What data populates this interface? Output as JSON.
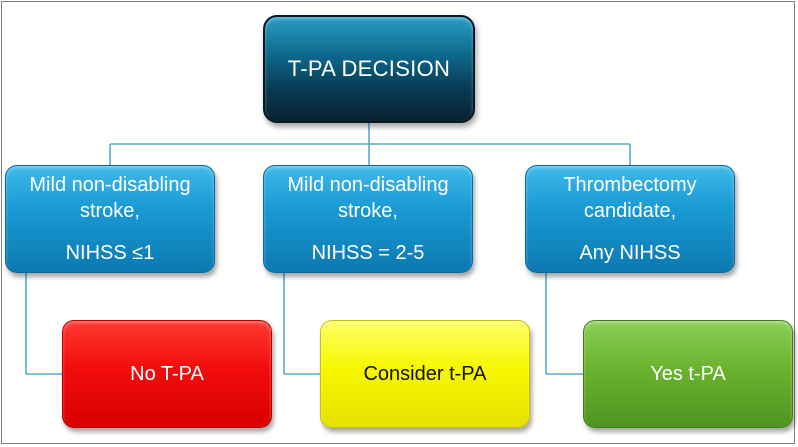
{
  "root": {
    "label": "T-PA DECISION"
  },
  "branches": [
    {
      "line1": "Mild non-disabling",
      "line1b": "stroke,",
      "line2": "NIHSS ≤1",
      "outcome": "No T-PA"
    },
    {
      "line1": "Mild non-disabling",
      "line1b": "stroke,",
      "line2": "NIHSS = 2-5",
      "outcome": "Consider t-PA"
    },
    {
      "line1": "Thrombectomy",
      "line1b": "candidate,",
      "line2": "Any NIHSS",
      "outcome": "Yes t-PA"
    }
  ],
  "colors": {
    "root": "#0b4a66",
    "branch": "#1a9ad4",
    "connector": "#5aa9d1",
    "no": "#f20c0c",
    "consider": "#f7f700",
    "yes": "#6ab32f"
  }
}
